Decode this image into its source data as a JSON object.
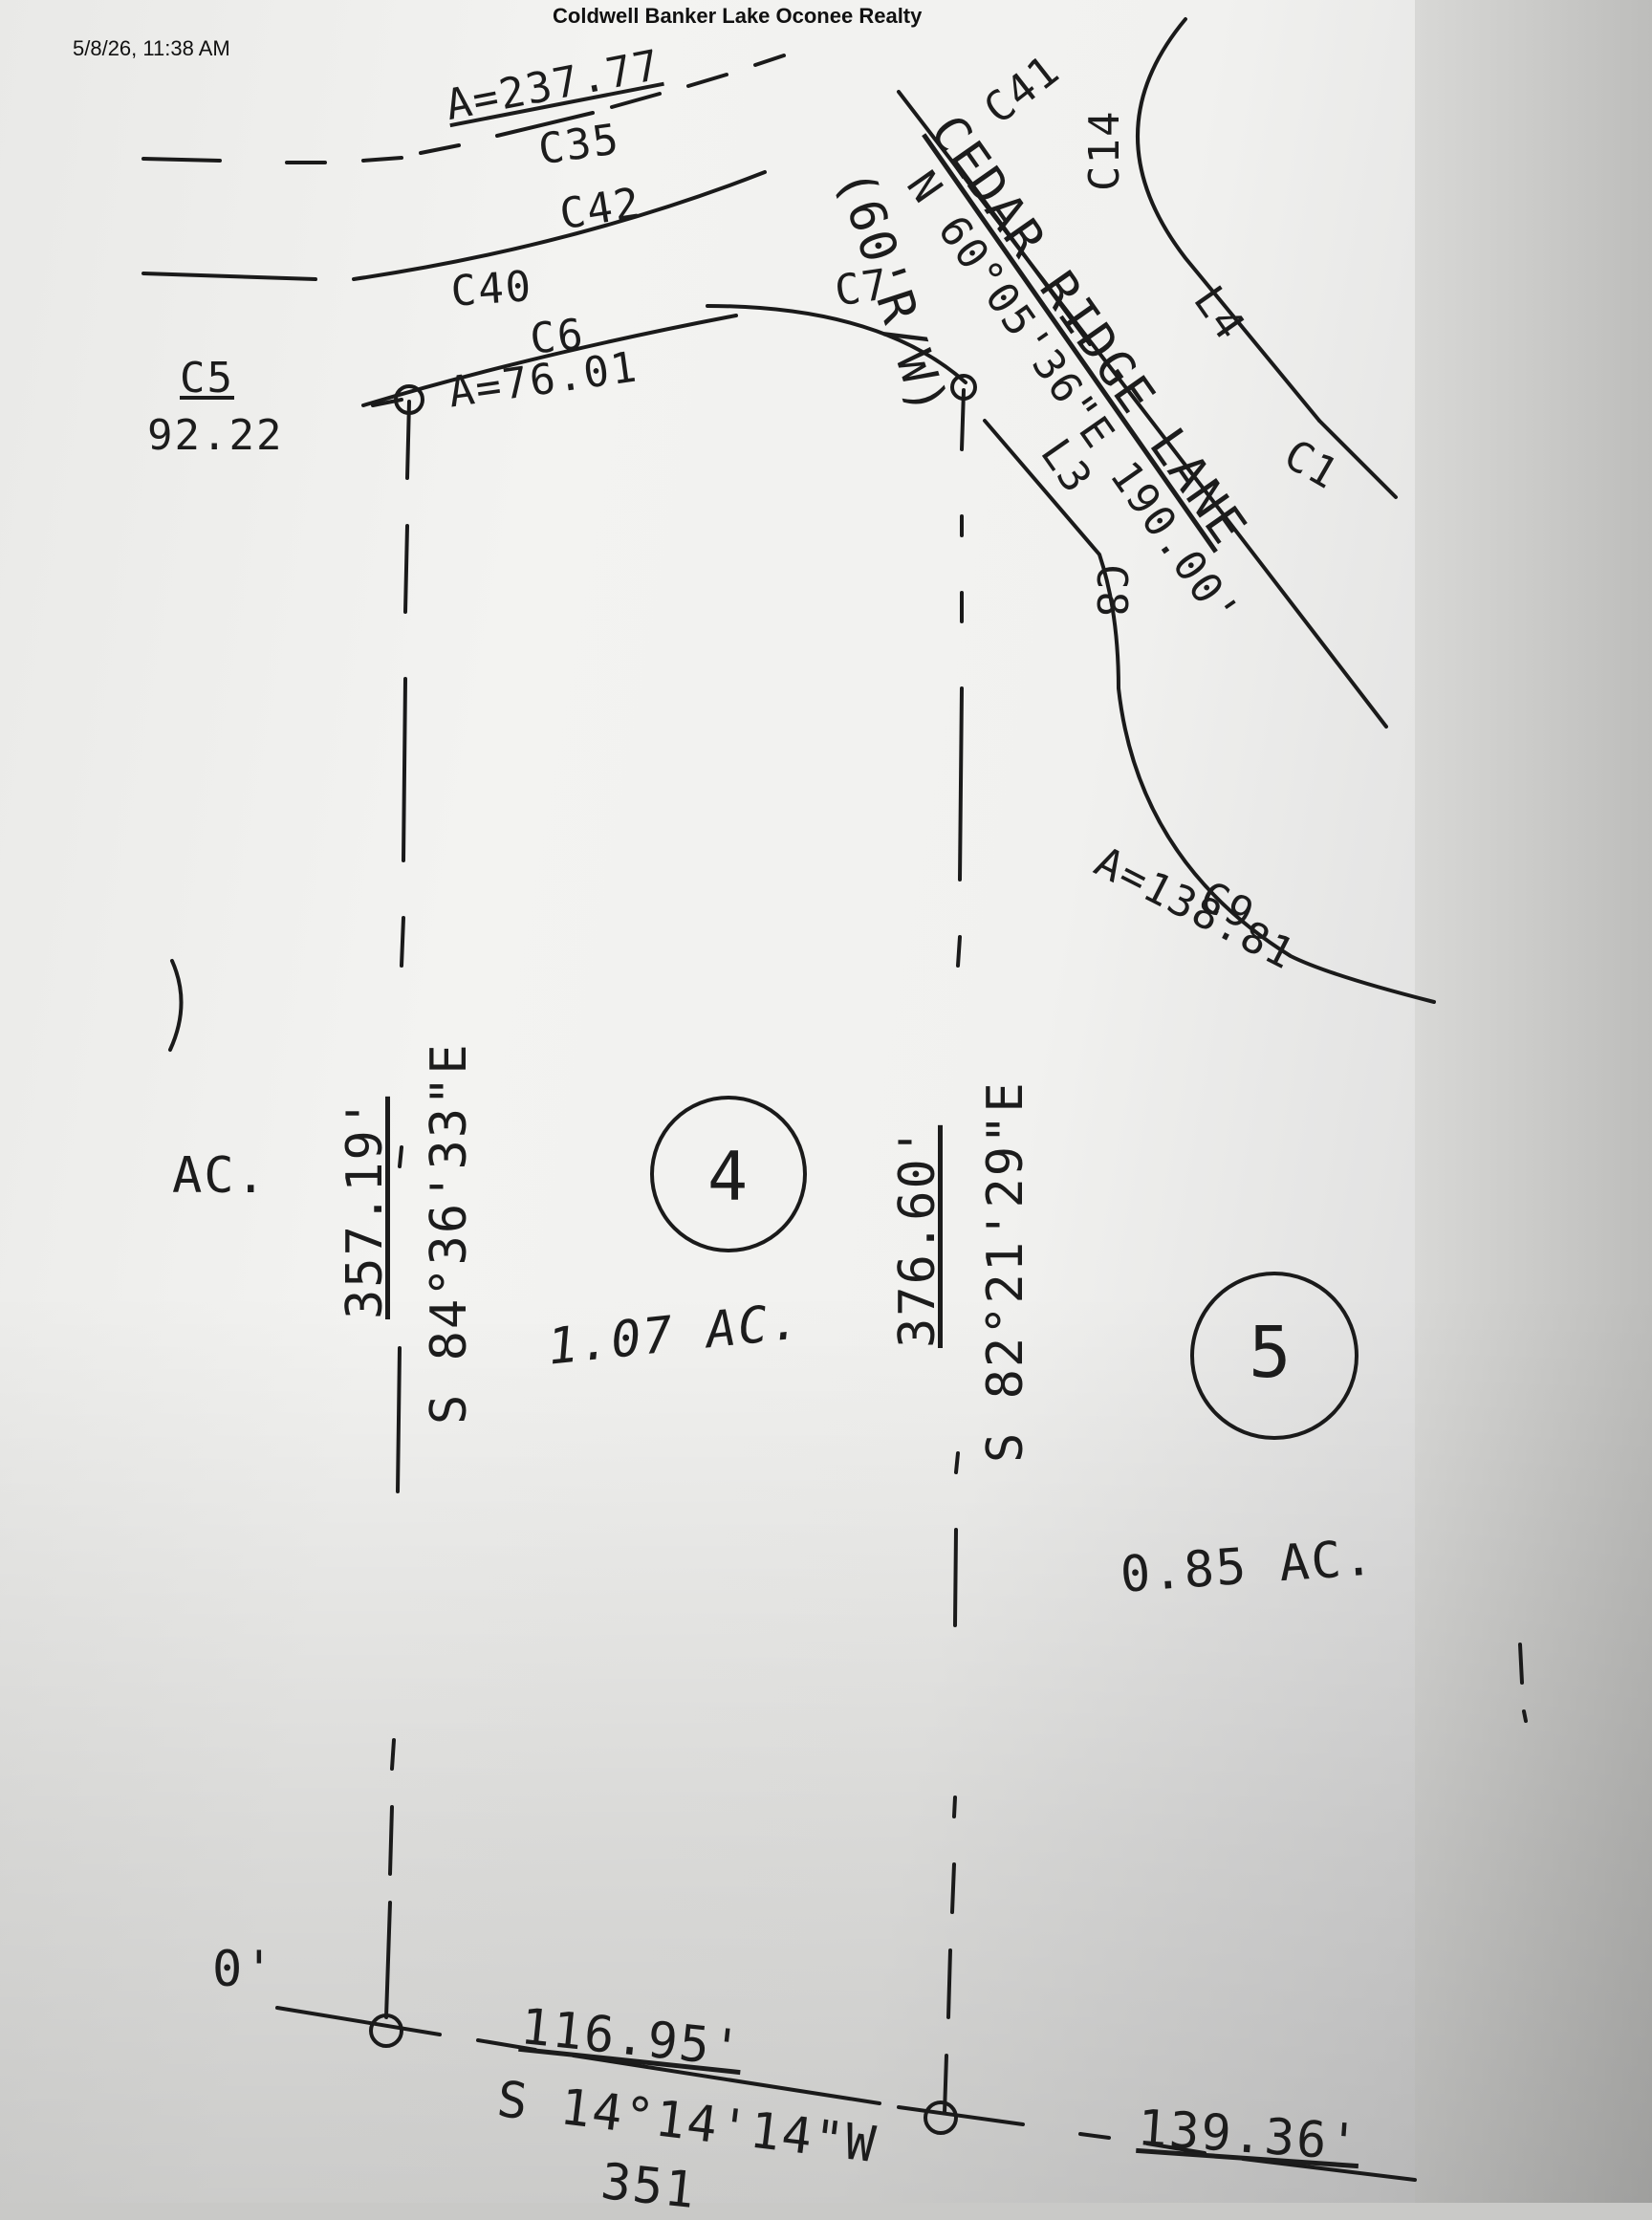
{
  "header": {
    "timestamp": "5/8/26, 11:38 AM",
    "title": "Coldwell Banker Lake Oconee Realty"
  },
  "plat": {
    "curves": {
      "c5": "C5",
      "c5_length": "92.22",
      "c35": "C35",
      "c35_arc": "A=237.77",
      "c42": "C42",
      "c40": "C40",
      "c6": "C6",
      "c6_arc": "A=76.01",
      "c7": "C7",
      "c41": "C41",
      "c14": "C14",
      "c1": "C1",
      "c8": "C8",
      "c9": "C9",
      "c9_arc": "A=138.81"
    },
    "lines": {
      "l4": "L4",
      "l3": "L3"
    },
    "road": {
      "name": "CEDAR RIDGE LANE",
      "bearing": "N 60°05'36\"E 190.00'",
      "row": "(60'R/W)"
    },
    "lots": [
      {
        "number": "4",
        "area": "1.07 AC."
      },
      {
        "number": "5",
        "area": "0.85 AC."
      }
    ],
    "partial_left": {
      "area": "AC.",
      "dim": "0'"
    },
    "boundaries": {
      "west_length": "357.19'",
      "west_bearing": "S 84°36'33\"E",
      "middle_length": "376.60'",
      "middle_bearing": "S 82°21'29\"E",
      "south_length": "116.95'",
      "south_bearing": "S 14°14'14\"W",
      "south_east_length": "139.36'",
      "south_partial": "351"
    }
  }
}
